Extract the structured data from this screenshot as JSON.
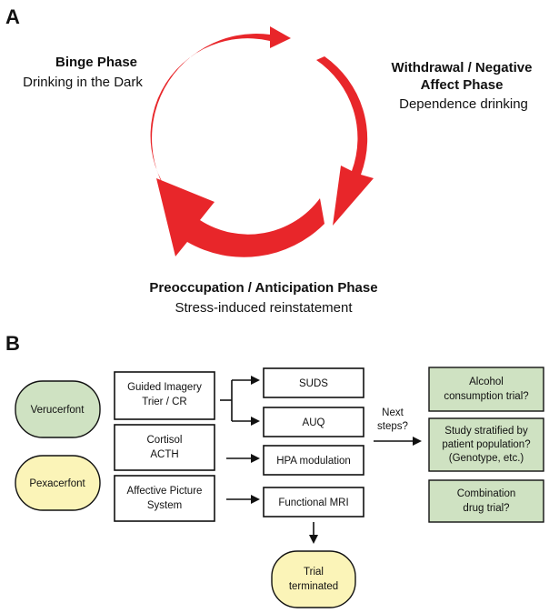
{
  "panel_a": {
    "letter": "A",
    "cycle_color": "#e8262a",
    "binge": {
      "title": "Binge Phase",
      "subtitle": "Drinking in the Dark"
    },
    "withdrawal": {
      "title_line1": "Withdrawal / Negative",
      "title_line2": "Affect Phase",
      "subtitle": "Dependence drinking"
    },
    "preoccupation": {
      "title": "Preoccupation / Anticipation Phase",
      "subtitle": "Stress-induced reinstatement"
    }
  },
  "panel_b": {
    "letter": "B",
    "drugs": {
      "verucerfont": "Verucerfont",
      "pexacerfont": "Pexacerfont"
    },
    "paradigms": {
      "guided_imagery": [
        "Guided Imagery",
        "Trier / CR"
      ],
      "cortisol": [
        "Cortisol",
        "ACTH"
      ],
      "affective": [
        "Affective Picture",
        "System"
      ]
    },
    "measures": {
      "suds": "SUDS",
      "auq": "AUQ",
      "hpa": "HPA modulation",
      "fmri": "Functional MRI"
    },
    "terminated": [
      "Trial",
      "terminated"
    ],
    "next_steps": [
      "Next",
      "steps?"
    ],
    "outcomes": {
      "alcohol": [
        "Alcohol",
        "consumption trial?"
      ],
      "stratified": [
        "Study stratified by",
        "patient population?",
        "(Genotype, etc.)"
      ],
      "combination": [
        "Combination",
        "drug trial?"
      ]
    },
    "colors": {
      "green": "#cfe2c2",
      "yellow": "#fbf4b8"
    }
  }
}
